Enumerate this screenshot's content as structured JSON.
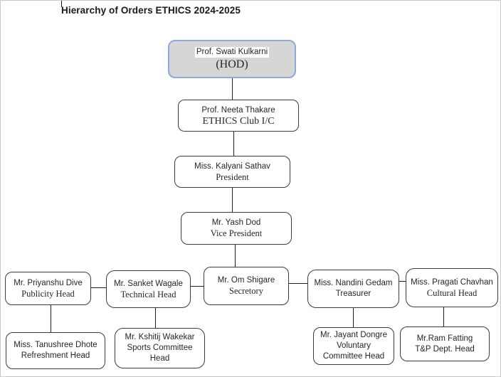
{
  "title": "Hierarchy of Orders ETHICS 2024-2025",
  "org": {
    "hod": {
      "name": "Prof. Swati Kulkarni",
      "role": "(HOD)"
    },
    "club_ic": {
      "name": "Prof. Neeta Thakare",
      "role": "ETHICS Club I/C"
    },
    "president": {
      "name": "Miss. Kalyani Sathav",
      "role": "President"
    },
    "vice_president": {
      "name": "Mr. Yash Dod",
      "role": "Vice President"
    },
    "secretary": {
      "name": "Mr. Om Shigare",
      "role": "Secretory"
    },
    "publicity": {
      "name": "Mr. Priyanshu Dive",
      "role": "Publicity Head"
    },
    "technical": {
      "name": "Mr. Sanket Wagale",
      "role": "Technical Head"
    },
    "treasurer": {
      "name": "Miss. Nandini Gedam",
      "role": "Treasurer"
    },
    "cultural": {
      "name": "Miss. Pragati Chavhan",
      "role": "Cultural Head"
    },
    "refreshment": {
      "name": "Miss. Tanushree Dhote",
      "role": "Refreshment Head"
    },
    "sports": {
      "name": "Mr. Kshitij Wakekar",
      "role": "Sports Committee\nHead"
    },
    "voluntary": {
      "name": "Mr. Jayant Dongre",
      "role": "Voluntary\nCommittee Head"
    },
    "tp": {
      "name": "Mr.Ram Fatting",
      "role": "T&P Dept. Head"
    }
  },
  "colors": {
    "hod_fill": "#d6d6d6",
    "hod_border": "#8eaadb",
    "box_border": "#3b3b3b",
    "text": "#262626",
    "connector": "#1f1f1f"
  }
}
